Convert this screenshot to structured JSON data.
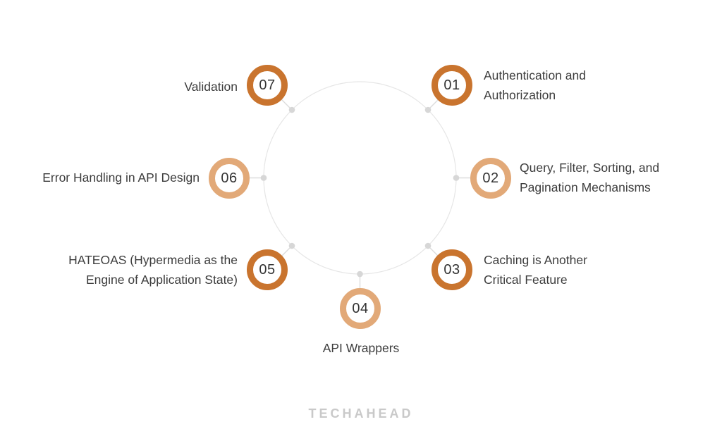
{
  "title": "API design features circular infographic",
  "items": [
    {
      "number": "01",
      "label": "Authentication and\nAuthorization",
      "tone": "dark"
    },
    {
      "number": "02",
      "label": "Query, Filter, Sorting, and\nPagination Mechanisms",
      "tone": "light"
    },
    {
      "number": "03",
      "label": "Caching is Another\nCritical Feature",
      "tone": "dark"
    },
    {
      "number": "04",
      "label": "API Wrappers",
      "tone": "light"
    },
    {
      "number": "05",
      "label": "HATEOAS (Hypermedia as the\nEngine of Application State)",
      "tone": "dark"
    },
    {
      "number": "06",
      "label": "Error Handling in API Design",
      "tone": "light"
    },
    {
      "number": "07",
      "label": "Validation",
      "tone": "dark"
    }
  ],
  "colors": {
    "accent_dark": "#C9742E",
    "accent_light": "#E2A978",
    "text": "#3D3D3D",
    "hub_stroke": "#E6E6E6",
    "connector_dot": "#D7D7D7",
    "logo_gray": "#C9C9C9"
  },
  "footer": {
    "logo_text": "TECHAHEAD"
  }
}
